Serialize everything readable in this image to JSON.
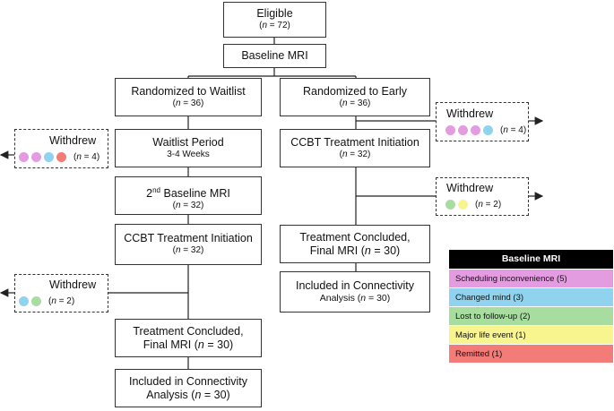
{
  "colors": {
    "scheduling": "#e39ce0",
    "changed_mind": "#8fd3ee",
    "lost_followup": "#a7de9f",
    "major_life": "#f8f58f",
    "remitted": "#f37b78"
  },
  "eligible": {
    "label": "Eligible",
    "n_prefix": "n",
    "n_value": " = 72"
  },
  "baseline": {
    "label": "Baseline MRI"
  },
  "waitlist": {
    "randomized": {
      "label": "Randomized to Waitlist",
      "n_prefix": "n",
      "n_value": " = 36"
    },
    "period": {
      "label": "Waitlist Period",
      "sub": "3-4 Weeks"
    },
    "second_baseline": {
      "label_base": "2",
      "label_sup": "nd",
      "label_rest": " Baseline MRI",
      "n_prefix": "n",
      "n_value": " = 32"
    },
    "initiation": {
      "label": "CCBT Treatment Initiation",
      "n_prefix": "n",
      "n_value": " = 32"
    },
    "concluded": {
      "label1": "Treatment Concluded,",
      "label2": "Final MRI",
      "n_prefix": "n",
      "n_value": " = 30)",
      "open": " ("
    },
    "included": {
      "label1": "Included in Connectivity",
      "label2": "Analysis",
      "n_prefix": "n",
      "n_value": " = 30)",
      "open": " ("
    }
  },
  "early": {
    "randomized": {
      "label": "Randomized to Early",
      "n_prefix": "n",
      "n_value": " = 36"
    },
    "initiation": {
      "label": "CCBT Treatment Initiation",
      "n_prefix": "n",
      "n_value": " = 32"
    },
    "concluded": {
      "label1": "Treatment Concluded,",
      "label2": "Final MRI",
      "n_prefix": "n",
      "n_value": " = 30)",
      "open": " ("
    },
    "included": {
      "label1": "Included in Connectivity",
      "label2": "Analysis",
      "n_prefix": "n",
      "n_value": " = 30)",
      "open": " ("
    }
  },
  "withdrew": [
    {
      "title": "Withdrew",
      "n_prefix": "n",
      "n_value": " = 4)",
      "dots": [
        "scheduling",
        "scheduling",
        "changed_mind",
        "remitted"
      ]
    },
    {
      "title": "Withdrew",
      "n_prefix": "n",
      "n_value": " = 2)",
      "dots": [
        "changed_mind",
        "lost_followup"
      ]
    },
    {
      "title": "Withdrew",
      "n_prefix": "n",
      "n_value": " = 4)",
      "dots": [
        "scheduling",
        "scheduling",
        "scheduling",
        "changed_mind"
      ]
    },
    {
      "title": "Withdrew",
      "n_prefix": "n",
      "n_value": " = 2)",
      "dots": [
        "lost_followup",
        "major_life"
      ]
    }
  ],
  "legend": {
    "title": "Baseline MRI",
    "items": [
      {
        "label": "Scheduling inconvenience (5)",
        "color": "scheduling"
      },
      {
        "label": "Changed mind (3)",
        "color": "changed_mind"
      },
      {
        "label": "Lost to follow-up (2)",
        "color": "lost_followup"
      },
      {
        "label": "Major life event (1)",
        "color": "major_life"
      },
      {
        "label": "Remitted (1)",
        "color": "remitted"
      }
    ]
  }
}
